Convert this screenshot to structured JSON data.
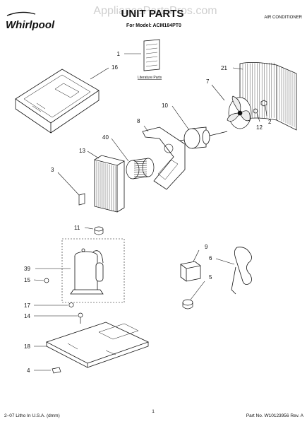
{
  "header": {
    "brand": "Whirlpool",
    "watermark": "AppliancePartsPros.com",
    "title": "UNIT PARTS",
    "model_line": "For Model: ACM184PT0",
    "category": "AIR CONDITIONER"
  },
  "parts": [
    {
      "id": "part-1",
      "number": "1",
      "sublabel": "Literature Parts"
    },
    {
      "id": "part-2",
      "number": "2"
    },
    {
      "id": "part-3",
      "number": "3"
    },
    {
      "id": "part-4",
      "number": "4"
    },
    {
      "id": "part-5",
      "number": "5"
    },
    {
      "id": "part-6",
      "number": "6"
    },
    {
      "id": "part-7",
      "number": "7"
    },
    {
      "id": "part-8",
      "number": "8"
    },
    {
      "id": "part-9",
      "number": "9"
    },
    {
      "id": "part-10",
      "number": "10"
    },
    {
      "id": "part-11",
      "number": "11"
    },
    {
      "id": "part-12",
      "number": "12"
    },
    {
      "id": "part-13",
      "number": "13"
    },
    {
      "id": "part-14",
      "number": "14"
    },
    {
      "id": "part-15",
      "number": "15"
    },
    {
      "id": "part-16",
      "number": "16"
    },
    {
      "id": "part-17",
      "number": "17"
    },
    {
      "id": "part-18",
      "number": "18"
    },
    {
      "id": "part-21",
      "number": "21"
    },
    {
      "id": "part-39",
      "number": "39"
    },
    {
      "id": "part-40",
      "number": "40"
    }
  ],
  "footer": {
    "print_info": "2–07 Litho In U.S.A. (dmm)",
    "page_number": "1",
    "part_number": "Part No. W10123956 Rev. A"
  }
}
